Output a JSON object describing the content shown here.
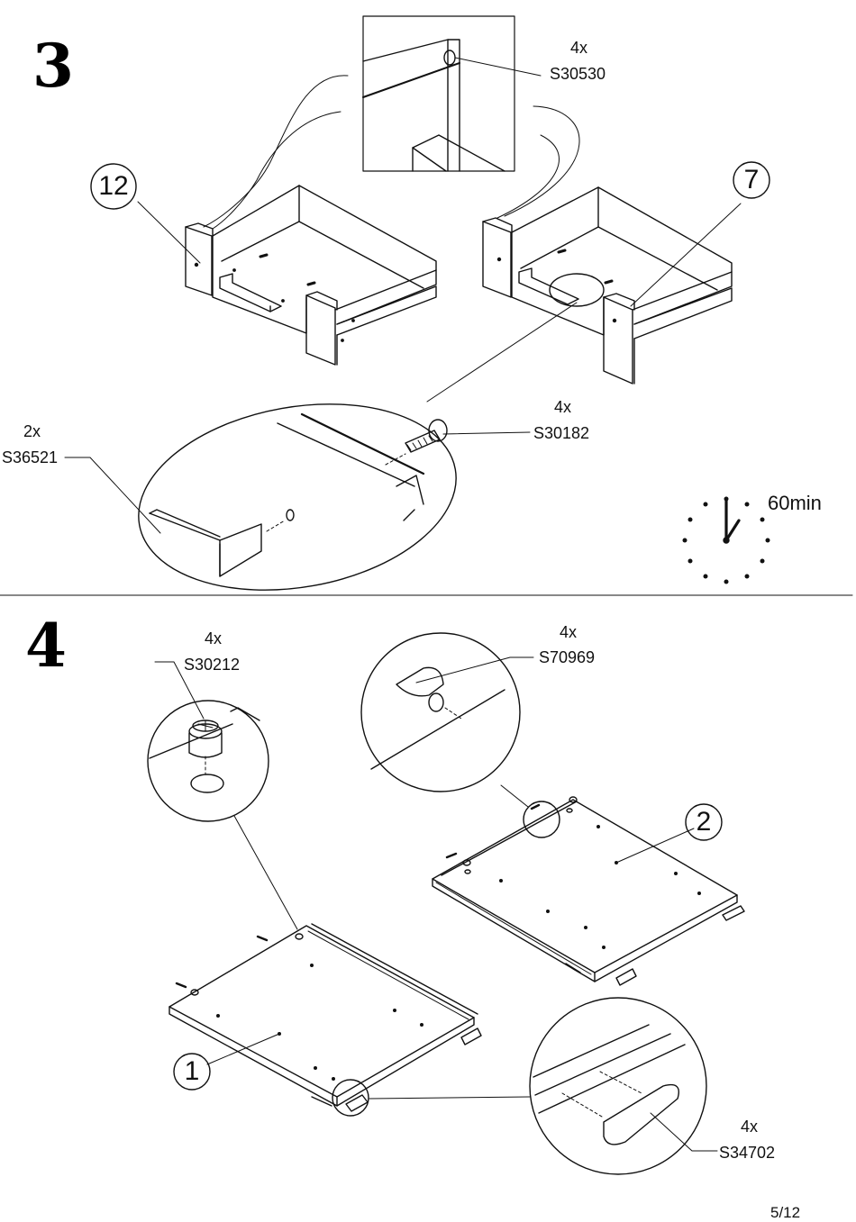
{
  "step3": {
    "number": "3",
    "callouts": {
      "drawer_left": "12",
      "drawer_right": "7"
    },
    "parts": [
      {
        "qty": "4x",
        "code": "S30530"
      },
      {
        "qty": "4x",
        "code": "S30182"
      },
      {
        "qty": "2x",
        "code": "S36521"
      }
    ],
    "time": "60min"
  },
  "step4": {
    "number": "4",
    "callouts": {
      "panel_front": "1",
      "panel_back": "2"
    },
    "parts": [
      {
        "qty": "4x",
        "code": "S30212"
      },
      {
        "qty": "4x",
        "code": "S70969"
      },
      {
        "qty": "4x",
        "code": "S34702"
      }
    ]
  },
  "footer": {
    "page": "5/12"
  }
}
